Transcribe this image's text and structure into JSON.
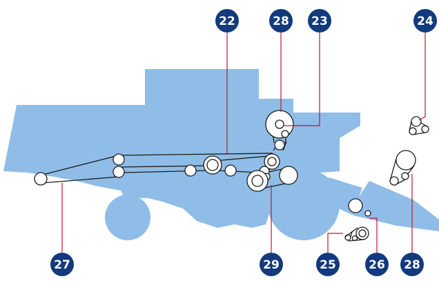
{
  "colors": {
    "body_fill": "#8fbde7",
    "belt_stroke": "#1b1b1b",
    "badge_fill": "#123a7c",
    "leader_line": "#c8102e",
    "background": "#ffffff"
  },
  "callouts": {
    "c22": "22",
    "c28_top": "28",
    "c23": "23",
    "c24": "24",
    "c27": "27",
    "c29": "29",
    "c25": "25",
    "c26": "26",
    "c28_bottom": "28"
  }
}
